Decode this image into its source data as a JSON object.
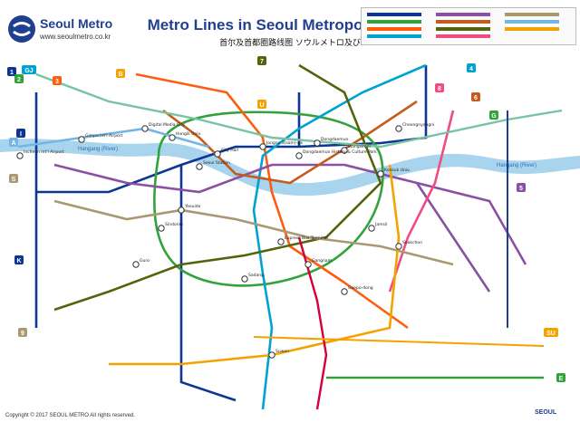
{
  "header": {
    "brand": "Seoul Metro",
    "url": "www.seoulmetro.co.kr",
    "title": "Metro Lines in Seoul Metropolitan Area",
    "subtitle": "首尔及首都圈路线图  ソウルメトロ及び"
  },
  "footer": {
    "copyright": "Copyright © 2017 SEOUL METRO All rights reserved.",
    "brand": "SEOUL"
  },
  "rivers": {
    "han_left": "Hangang (River)",
    "han_right": "Hangang (River)"
  },
  "colors": {
    "line1": "#0d3692",
    "line2": "#33a23d",
    "line3": "#fe5d10",
    "line4": "#00a2d1",
    "line5": "#8b50a4",
    "line6": "#c55c1d",
    "line7": "#54640d",
    "line8": "#f14c82",
    "line9": "#aa9872",
    "airport": "#73b6e4",
    "suin": "#f5a200",
    "river": "#a8d4ee"
  },
  "line_badges": [
    "1",
    "2",
    "3",
    "4",
    "5",
    "6",
    "7",
    "8",
    "9",
    "A",
    "B",
    "G",
    "I",
    "S",
    "U",
    "E",
    "K",
    "SU",
    "GJ"
  ],
  "stations": [
    {
      "id": "s1",
      "label": "Incheon Int'l Airport"
    },
    {
      "id": "s2",
      "label": "Gimpo Int'l Airport"
    },
    {
      "id": "s3",
      "label": "Seoul Station"
    },
    {
      "id": "s4",
      "label": "City Hall"
    },
    {
      "id": "s5",
      "label": "Jongno 3(sam)-ga"
    },
    {
      "id": "s6",
      "label": "Dongdaemun History & Culture Park"
    },
    {
      "id": "s7",
      "label": "Wangsimni"
    },
    {
      "id": "s8",
      "label": "Konkuk Univ."
    },
    {
      "id": "s9",
      "label": "Jamsil"
    },
    {
      "id": "s10",
      "label": "Gangnam"
    },
    {
      "id": "s11",
      "label": "Sadang"
    },
    {
      "id": "s12",
      "label": "Yeouido"
    },
    {
      "id": "s13",
      "label": "Sindorim"
    },
    {
      "id": "s14",
      "label": "Hongik Univ."
    },
    {
      "id": "s15",
      "label": "Digital Media City"
    },
    {
      "id": "s16",
      "label": "Express Bus Terminal"
    },
    {
      "id": "s17",
      "label": "Guro"
    },
    {
      "id": "s18",
      "label": "Dongdaemun"
    },
    {
      "id": "s19",
      "label": "Cheongnyangni"
    },
    {
      "id": "s20",
      "label": "Seokchon"
    },
    {
      "id": "s21",
      "label": "Suwon"
    },
    {
      "id": "s22",
      "label": "Gaepo-dong"
    }
  ]
}
